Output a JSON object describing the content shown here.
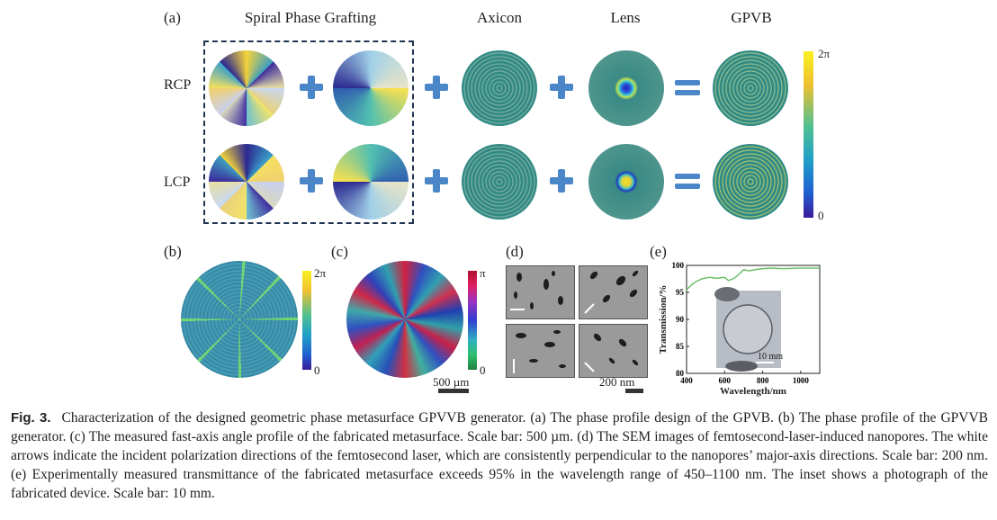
{
  "panel_a": {
    "label": "(a)",
    "headers": {
      "spiral": "Spiral Phase Grafting",
      "axicon": "Axicon",
      "lens": "Lens",
      "gpvb": "GPVB"
    },
    "rows": [
      "RCP",
      "LCP"
    ],
    "colorbar": {
      "max": "2π",
      "min": "0"
    }
  },
  "panel_b": {
    "label": "(b)",
    "colorbar": {
      "max": "2π",
      "min": "0"
    }
  },
  "panel_c": {
    "label": "(c)",
    "colorbar": {
      "max": "π",
      "min": "0"
    },
    "scalebar": "500 µm"
  },
  "panel_d": {
    "label": "(d)",
    "scalebar": "200 nm"
  },
  "panel_e": {
    "label": "(e)",
    "inset_scalebar": "10 mm"
  },
  "chart_data": {
    "type": "line",
    "xlabel": "Wavelength/nm",
    "ylabel": "Transmission/%",
    "xlim": [
      400,
      1100
    ],
    "ylim": [
      80,
      100
    ],
    "xticks": [
      400,
      600,
      800,
      1000
    ],
    "yticks": [
      80,
      85,
      90,
      95,
      100
    ],
    "series": [
      {
        "x": [
          400,
          430,
          450,
          480,
          520,
          560,
          600,
          620,
          650,
          680,
          700,
          730,
          760,
          800,
          850,
          900,
          1000,
          1100
        ],
        "y": [
          95.5,
          96.5,
          97.0,
          97.5,
          97.8,
          97.6,
          97.8,
          97.2,
          97.6,
          98.5,
          99.2,
          99.0,
          99.2,
          99.4,
          99.5,
          99.4,
          99.5,
          99.5
        ],
        "color": "#6abf69"
      }
    ]
  },
  "caption": {
    "fig": "Fig. 3.",
    "text": "Characterization of the designed geometric phase metasurface GPVVB generator. (a) The phase profile design of the GPVB. (b) The phase profile of the GPVVB generator. (c) The measured fast-axis angle profile of the fabricated metasurface. Scale bar: 500 µm. (d) The SEM images of femtosecond-laser-induced nanopores. The white arrows indicate the incident polarization directions of the femtosecond laser, which are consistently perpendicular to the nanopores’ major-axis directions. Scale bar: 200 nm. (e) Experimentally measured transmittance of the fabricated metasurface exceeds 95% in the wavelength range of 450–1100 nm. The inset shows a photograph of the fabricated device. Scale bar: 10 mm."
  }
}
